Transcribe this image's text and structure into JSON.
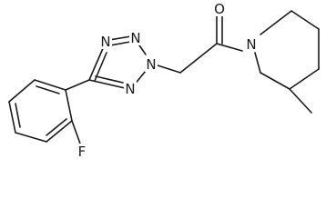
{
  "molecule": {
    "atoms": {
      "N_t1": "N",
      "N_t2": "N",
      "N_t3": "N",
      "N_t4": "N",
      "O": "O",
      "N_pip": "N",
      "F": "F"
    }
  }
}
